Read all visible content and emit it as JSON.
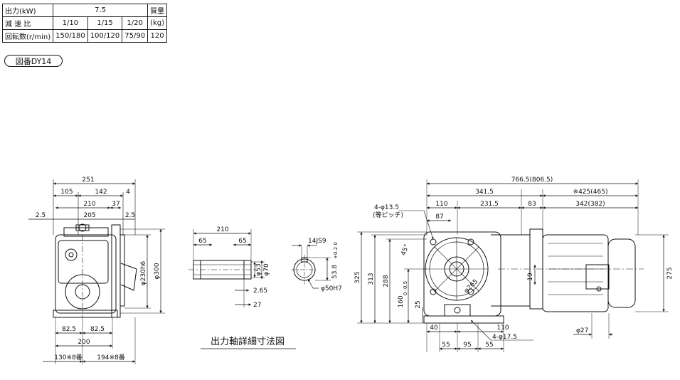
{
  "spec_table": {
    "output_label": "出力(kW)",
    "output_value": "7.5",
    "mass_label_1": "質量",
    "mass_label_2": "(kg)",
    "ratio_label": "減 速 比",
    "ratios": [
      "1/10",
      "1/15",
      "1/20"
    ],
    "speed_label": "回転数(r/min)",
    "speeds": [
      "150/180",
      "100/120",
      "75/90"
    ],
    "mass_value": "120"
  },
  "drawing_number": "図番DY14",
  "detail_title": "出力軸詳細寸法図",
  "dims": {
    "left_view": {
      "w251": "251",
      "w105": "105",
      "w142": "142",
      "w4": "4",
      "w210": "210",
      "w37": "37",
      "w2_5_left": "2.5",
      "w205": "205",
      "w2_5_right": "2.5",
      "d230": "φ230h6",
      "d300": "φ300",
      "w82_5_a": "82.5",
      "w82_5_b": "82.5",
      "w200": "200",
      "w130": "130※8番",
      "w194": "194※8番"
    },
    "shaft_view": {
      "w210": "210",
      "w65_a": "65",
      "w65_b": "65",
      "d53": "φ53",
      "d70": "φ70",
      "w2_65": "2.65",
      "w27": "27"
    },
    "key_view": {
      "key": "14JS9",
      "tol": "+0.2 0",
      "h53_8": "53.8",
      "d50": "φ50H7"
    },
    "right_view": {
      "w766": "766.5(806.5)",
      "w341": "341.5",
      "w425": "※425(465)",
      "w110": "110",
      "w87": "87",
      "w231": "231.5",
      "w83": "83",
      "w342": "342(382)",
      "holes_top": "4-φ13.5",
      "holes_top_note": "(等ピッチ)",
      "ang45": "45°",
      "d265": "φ265",
      "h325": "325",
      "h313": "313",
      "h288": "288",
      "h160": "160",
      "h160_tol": "0 -0.5",
      "h25": "25",
      "h19": "19",
      "h275": "275",
      "w40": "40",
      "w110b": "110",
      "holes_bottom": "4-φ17.5",
      "w55_a": "55",
      "w95": "95",
      "w55_b": "55",
      "d27": "φ27"
    }
  }
}
